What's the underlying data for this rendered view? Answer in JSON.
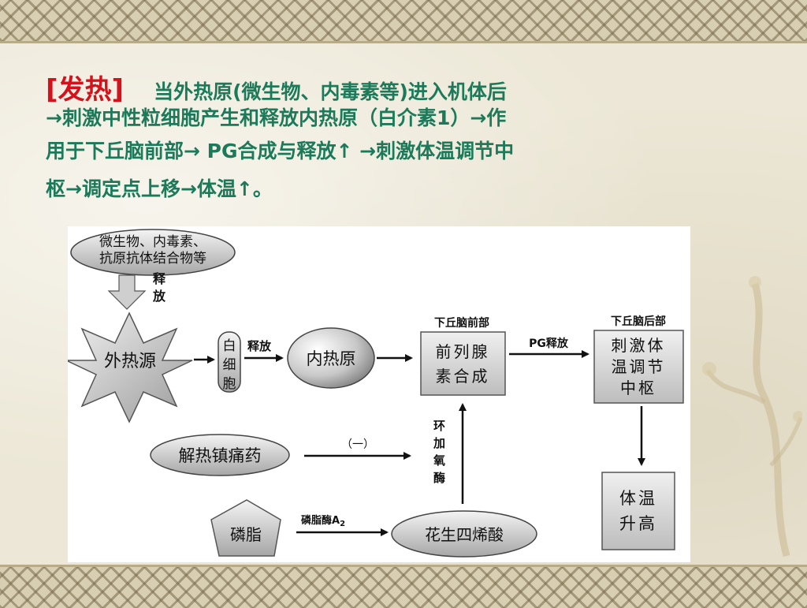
{
  "title": {
    "keyword": "[发热]",
    "line1": "当外热原(微生物、内毒素等)进入机体后",
    "line2": "→刺激中性粒细胞产生和释放内热原（白介素1）→作",
    "line3": "用于下丘脑前部→ PG合成与释放↑ →刺激体温调节中",
    "line4": "枢→调定点上移→体温↑。"
  },
  "diagram": {
    "source_line1": "微生物、内毒素、",
    "source_line2": "抗原抗体结合物等",
    "release_1": "释",
    "release_2": "放",
    "exogenous_pyrogen": "外热源",
    "white_cell": [
      "白",
      "细",
      "胞"
    ],
    "release_label": "释放",
    "endogenous_pyrogen": "内热原",
    "hypothalamus_anterior": "下丘脑前部",
    "prostaglandin_line1": "前列腺",
    "prostaglandin_line2": "素合成",
    "pg_release": "PG释放",
    "hypothalamus_posterior": "下丘脑后部",
    "center_line1": "刺激体",
    "center_line2": "温调节",
    "center_line3": "中枢",
    "temp_line1": "体温",
    "temp_line2": "升高",
    "antipyretic": "解热镇痛药",
    "inhibit": "（一）",
    "cox": [
      "环",
      "加",
      "氧",
      "酶"
    ],
    "phospholipid": "磷脂",
    "pla2": "磷脂酶A",
    "pla2_sub": "2",
    "arachidonic": "花生四烯酸"
  },
  "colors": {
    "title_text": "#1c7a5a",
    "keyword": "#d4121c",
    "arrow": "#111111",
    "box_fill": "#dcdcdc"
  }
}
